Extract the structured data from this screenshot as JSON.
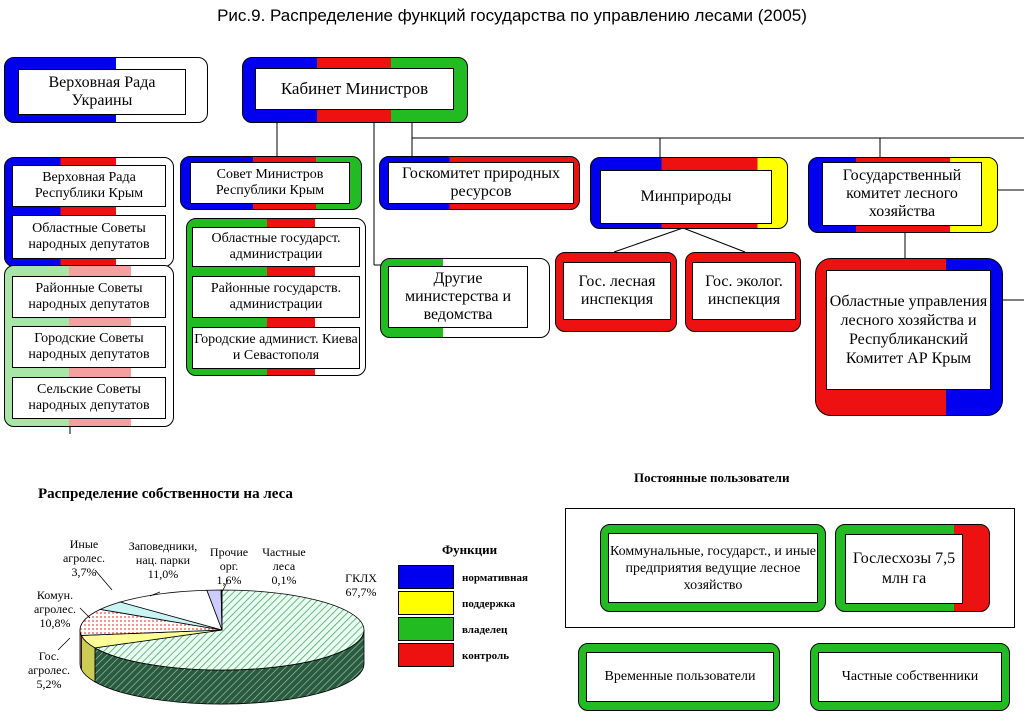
{
  "title": "Рис.9. Распределение функций государства по управлению лесами (2005)",
  "colors": {
    "blue": "#0000ee",
    "yellow": "#ffff00",
    "green": "#22bb22",
    "red": "#ee1111",
    "lightgreen": "#a8e6a8",
    "lightred": "#f5a0a0",
    "white": "#ffffff"
  },
  "boxes": {
    "verkhovna_rada": "Верховная Рада Украины",
    "kabmin": "Кабинет Министров",
    "verkhovna_rada_krym": "Верховная Рада Республики Крым",
    "oblast_councils": "Областные Советы народных депутатов",
    "rayon_councils": "Районные Советы народных депутатов",
    "city_councils": "Городские Советы народных депутатов",
    "village_councils": "Сельские Советы народных депутатов",
    "sovmin_krym": "Совет Министров Республики Крым",
    "oblast_admin": "Областные государст. администрации",
    "rayon_admin": "Районные государств. администрации",
    "city_admin": "Городские админист. Киева и Севастополя",
    "goskomitet_resursov": "Госкомитет природных ресурсов",
    "other_ministries": "Другие министерства и ведомства",
    "minprirody": "Минприроды",
    "forest_inspection": "Гос. лесная инспекция",
    "eco_inspection": "Гос. эколог. инспекция",
    "goskomles": "Государственный комитет лесного хозяйства",
    "oblast_forest_mgmt": "Областные управления лесного хозяйства и Республиканский Комитет АР Крым"
  },
  "ownership": {
    "heading": "Распределение собственности на леса",
    "chart_data": {
      "type": "pie",
      "title": "Распределение собственности на леса",
      "slices": [
        {
          "name": "ГКЛХ",
          "value": 67.7,
          "label": "67,7%",
          "color": "#a8e6c0"
        },
        {
          "name": "Гос. агролес.",
          "value": 5.2,
          "label": "5,2%",
          "color": "#ffff99"
        },
        {
          "name": "Комун. агролес.",
          "value": 10.8,
          "label": "10,8%",
          "color": "#f8c0c0"
        },
        {
          "name": "Иные агролес.",
          "value": 3.7,
          "label": "3,7%",
          "color": "#c0f0f0"
        },
        {
          "name": "Заповедники, нац. парки",
          "value": 11.0,
          "label": "11,0%",
          "color": "#ffffff"
        },
        {
          "name": "Прочие орг.",
          "value": 1.6,
          "label": "1,6%",
          "color": "#ccccff"
        },
        {
          "name": "Частные леса",
          "value": 0.1,
          "label": "0,1%",
          "color": "#666666"
        }
      ]
    },
    "labels": {
      "gklh": "ГКЛХ",
      "gklh_pct": "67,7%",
      "gos": "Гос. агролес.",
      "gos_pct": "5,2%",
      "komun": "Комун. агролес.",
      "komun_pct": "10,8%",
      "inye": "Иные агролес.",
      "inye_pct": "3,7%",
      "zapov": "Заповедники, нац. парки",
      "zapov_pct": "11,0%",
      "prochie": "Прочие орг.",
      "prochie_pct": "1,6%",
      "chastnye": "Частные леса",
      "chastnye_pct": "0,1%"
    }
  },
  "legend": {
    "heading": "Функции",
    "items": [
      {
        "label": "нормативная",
        "color": "#0000ee"
      },
      {
        "label": "поддержка",
        "color": "#ffff00"
      },
      {
        "label": "владелец",
        "color": "#22bb22"
      },
      {
        "label": "контроль",
        "color": "#ee1111"
      }
    ]
  },
  "users": {
    "permanent_heading": "Постоянные пользователи",
    "communal": "Коммунальные, государст., и иные предприятия ведущие лесное хозяйство",
    "gosleshozy": "Гослесхозы 7,5 млн га",
    "temporary": "Временные пользователи",
    "private_owners": "Частные собственники"
  }
}
